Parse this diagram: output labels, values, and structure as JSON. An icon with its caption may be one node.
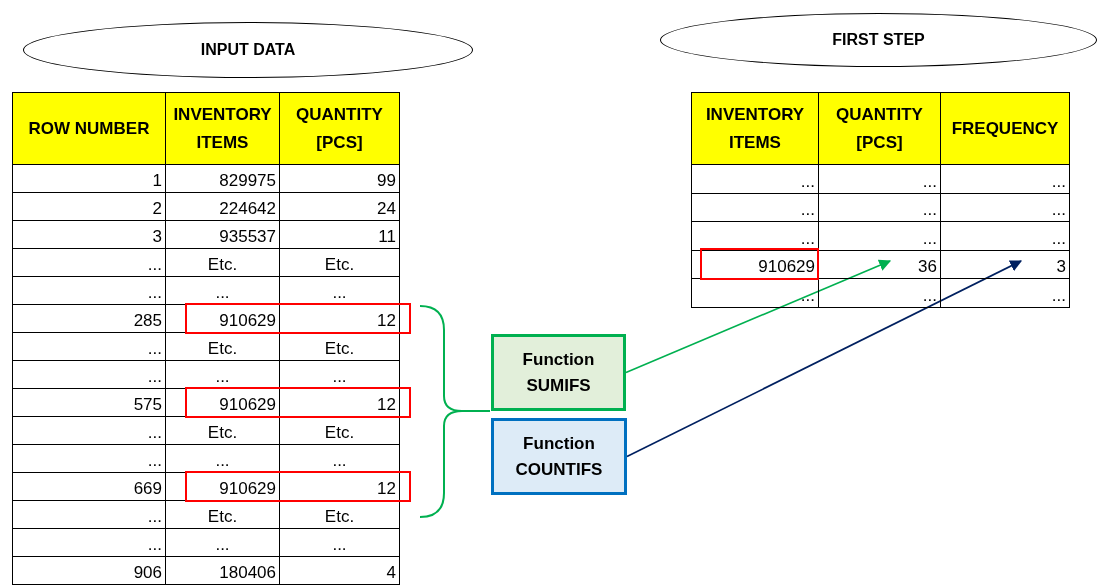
{
  "diagram": {
    "nodes": [
      {
        "text": [
          "INPUT DATA"
        ]
      },
      {
        "text": [
          "FIRST STEP"
        ]
      },
      {
        "text": [
          "Function SUMIFS"
        ]
      },
      {
        "text": [
          "Function COUNTIFS"
        ]
      }
    ],
    "edges": [
      {
        "from": 2,
        "to": null,
        "arrow": "to",
        "color": "#00b050"
      },
      {
        "from": 3,
        "to": null,
        "arrow": "to",
        "color": "#002060"
      }
    ],
    "labels": [
      "ROW NUMBER",
      "INVENTORY ITEMS",
      "QUANTITY [PCS]",
      "1",
      "829975",
      "99",
      "2",
      "224642",
      "24",
      "3",
      "935537",
      "11",
      "...",
      "Etc.",
      "Etc.",
      "...",
      "...",
      "...",
      "285",
      "910629",
      "12",
      "...",
      "Etc.",
      "Etc.",
      "...",
      "...",
      "...",
      "575",
      "910629",
      "12",
      "...",
      "Etc.",
      "Etc.",
      "...",
      "...",
      "...",
      "669",
      "910629",
      "12",
      "...",
      "Etc.",
      "Etc.",
      "...",
      "...",
      "...",
      "906",
      "180406",
      "4",
      "INVENTORY ITEMS",
      "QUANTITY [PCS]",
      "FREQUENCY",
      "...",
      "...",
      "...",
      "...",
      "...",
      "...",
      "...",
      "...",
      "...",
      "910629",
      "36",
      "3",
      "...",
      "...",
      "..."
    ]
  }
}
